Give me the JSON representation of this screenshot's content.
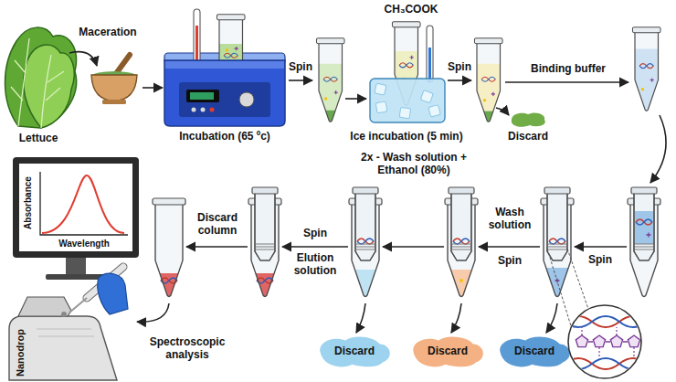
{
  "diagram": {
    "labels": [
      "Lettuce",
      "Maceration",
      "Incubation (65 ºc)",
      "Spin",
      "CH₃COOK",
      "Ice incubation (5 min)",
      "Spin",
      "Discard",
      "Binding buffer",
      "Spin",
      "Discard",
      "Wash solution",
      "Spin",
      "Discard",
      "2x - Wash solution + Ethanol (80%)",
      "Discard",
      "Spin",
      "Elution solution",
      "Discard column",
      "Spectroscopic analysis",
      "Absorbance",
      "Wavelength",
      "Nanodrop"
    ]
  }
}
